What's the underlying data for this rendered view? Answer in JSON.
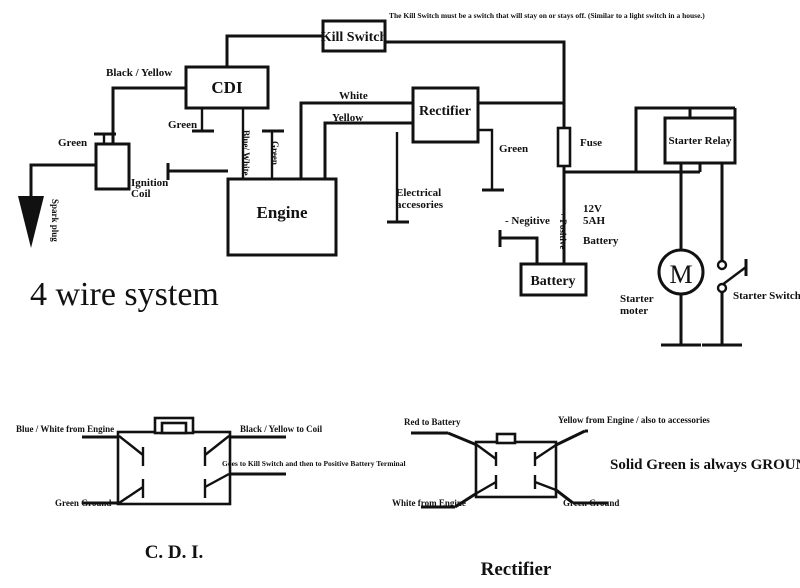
{
  "page": {
    "title": "4 wire system",
    "background_color": "#ffffff",
    "ink_color": "#111111"
  },
  "main_diagram": {
    "title": "4 wire system",
    "kill_switch_note": "The Kill Switch must be a switch that will stay on or stays off.  (Similar to a light switch in a house.)",
    "components": {
      "kill_switch": "Kill Switch",
      "cdi": "CDI",
      "engine": "Engine",
      "rectifier": "Rectifier",
      "battery": "Battery",
      "starter_relay": "Starter Relay",
      "ignition_coil_line1": "Ignition",
      "ignition_coil_line2": "Coil",
      "fuse": "Fuse",
      "starter_motor_line1": "Starter",
      "starter_motor_line2": "moter",
      "starter_switch": "Starter Switch",
      "motor_symbol": "M"
    },
    "wire_labels": {
      "black_yellow": "Black / Yellow",
      "green_coil": "Green",
      "green_cdi": "Green",
      "blue_white": "Blue/ White",
      "green_engine": "Green",
      "white": "White",
      "yellow": "Yellow",
      "green_rectifier": "Green",
      "spark_plug": "Spark plug",
      "electrical_accessories_line1": "Electrical",
      "electrical_accessories_line2": "accesories",
      "negative": "- Negitive",
      "positive": "+ Positive",
      "battery_spec_line1": "12V",
      "battery_spec_line2": "5AH",
      "battery_spec_line3": "Battery"
    }
  },
  "cdi_detail": {
    "title": "C. D. I.",
    "pins": {
      "top_left": "Blue / White from Engine",
      "top_right": "Black / Yellow to Coil",
      "bottom_left": "Green Ground",
      "bottom_right": "Goes to Kill Switch and then to Positive Battery Terminal"
    }
  },
  "rectifier_detail": {
    "title": "Rectifier",
    "pins": {
      "top_left": "Red to Battery",
      "top_right": "Yellow from Engine / also to accessories",
      "bottom_left": "White from Engine",
      "bottom_right": "Green Ground"
    },
    "note": "Solid Green is always GROUND"
  }
}
